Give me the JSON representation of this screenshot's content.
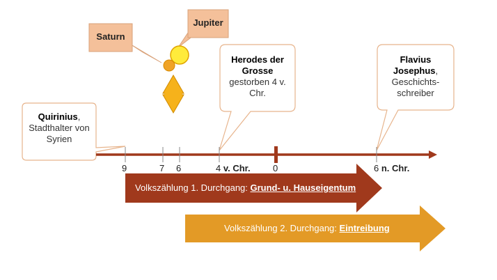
{
  "planets": {
    "saturn": {
      "label": "Saturn"
    },
    "jupiter": {
      "label": "Jupiter"
    }
  },
  "callouts": {
    "quirinius": {
      "name": "Quirinius",
      "name_suffix": ",",
      "rest": "Stadthalter von Syrien"
    },
    "herodes": {
      "name": "Herodes der Grosse",
      "rest": "gestorben 4 v. Chr."
    },
    "flavius": {
      "name": "Flavius Josephus",
      "name_suffix": ",",
      "rest": "Geschichts-schreiber"
    }
  },
  "timeline": {
    "ticks": [
      {
        "label": "9",
        "suffix": ""
      },
      {
        "label": "7",
        "suffix": ""
      },
      {
        "label": "6",
        "suffix": ""
      },
      {
        "label": "4",
        "suffix": "v. Chr."
      },
      {
        "label": "0",
        "suffix": ""
      },
      {
        "label": "6",
        "suffix": "n. Chr."
      }
    ]
  },
  "arrows": {
    "census1": {
      "prefix": "Volkszählung 1. Durchgang: ",
      "emphasis": "Grund- u. Hauseigentum"
    },
    "census2": {
      "prefix": "Volkszählung 2. Durchgang: ",
      "emphasis": "Eintreibung"
    }
  },
  "colors": {
    "timeline": "#a0391c",
    "arrow1": "#a0391c",
    "arrow2": "#e39a26",
    "planet_box": "#f4c09a",
    "star": "#f6b21b",
    "jupiter": "#ffeb3b",
    "saturn": "#f0a326"
  }
}
